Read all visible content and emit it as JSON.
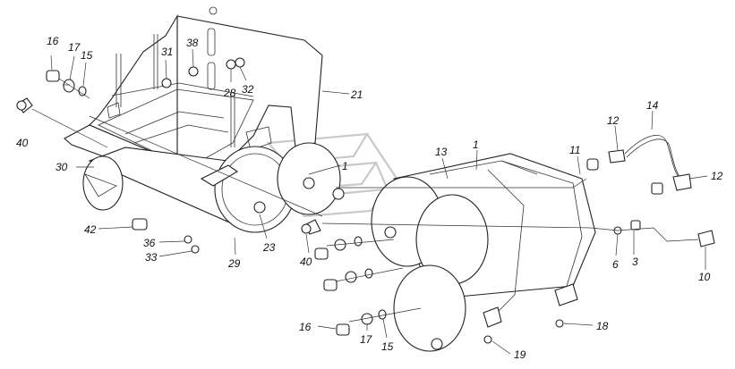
{
  "figure": {
    "type": "exploded-parts-diagram",
    "callouts": [
      {
        "id": "c16a",
        "label": "16"
      },
      {
        "id": "c17a",
        "label": "17"
      },
      {
        "id": "c15a",
        "label": "15"
      },
      {
        "id": "c40a",
        "label": "40"
      },
      {
        "id": "c31",
        "label": "31"
      },
      {
        "id": "c38",
        "label": "38"
      },
      {
        "id": "c28",
        "label": "28"
      },
      {
        "id": "c32",
        "label": "32"
      },
      {
        "id": "c21",
        "label": "21"
      },
      {
        "id": "c30",
        "label": "30"
      },
      {
        "id": "c1a",
        "label": "1"
      },
      {
        "id": "c42",
        "label": "42"
      },
      {
        "id": "c36",
        "label": "36"
      },
      {
        "id": "c33",
        "label": "33"
      },
      {
        "id": "c29",
        "label": "29"
      },
      {
        "id": "c23",
        "label": "23"
      },
      {
        "id": "c40b",
        "label": "40"
      },
      {
        "id": "c13",
        "label": "13"
      },
      {
        "id": "c1b",
        "label": "1"
      },
      {
        "id": "c11",
        "label": "11"
      },
      {
        "id": "c12a",
        "label": "12"
      },
      {
        "id": "c14",
        "label": "14"
      },
      {
        "id": "c12b",
        "label": "12"
      },
      {
        "id": "c6",
        "label": "6"
      },
      {
        "id": "c3",
        "label": "3"
      },
      {
        "id": "c10",
        "label": "10"
      },
      {
        "id": "c16b",
        "label": "16"
      },
      {
        "id": "c17b",
        "label": "17"
      },
      {
        "id": "c15b",
        "label": "15"
      },
      {
        "id": "c18",
        "label": "18"
      },
      {
        "id": "c19",
        "label": "19"
      }
    ]
  }
}
